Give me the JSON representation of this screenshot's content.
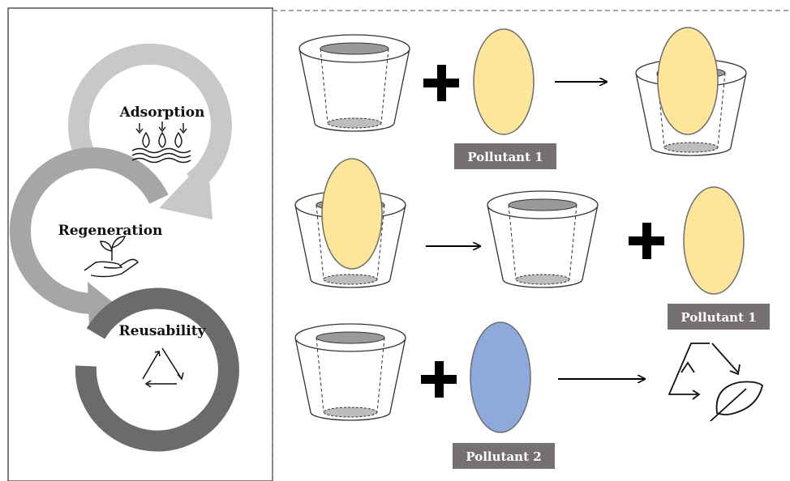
{
  "cycle": {
    "steps": [
      {
        "label": "Adsorption",
        "icon": "water-drops-icon"
      },
      {
        "label": "Regeneration",
        "icon": "hand-plant-icon"
      },
      {
        "label": "Reusability",
        "icon": "recycle-icon"
      }
    ],
    "colors": {
      "adsorption_arrow": "#c8c8c8",
      "regeneration_arrow": "#a6a6a6",
      "reusability_ring": "#6b6b6b"
    }
  },
  "process": {
    "rows": [
      {
        "step": "adsorption",
        "pollutant_label": "Pollutant 1",
        "pollutant_color": "#fde59a"
      },
      {
        "step": "desorption",
        "pollutant_label": "Pollutant 1",
        "pollutant_color": "#fde59a"
      },
      {
        "step": "reuse",
        "pollutant_label": "Pollutant 2",
        "pollutant_color": "#8ea9db"
      }
    ],
    "tag_color": "#767171",
    "result_icon": "recycle-leaf-icon"
  }
}
